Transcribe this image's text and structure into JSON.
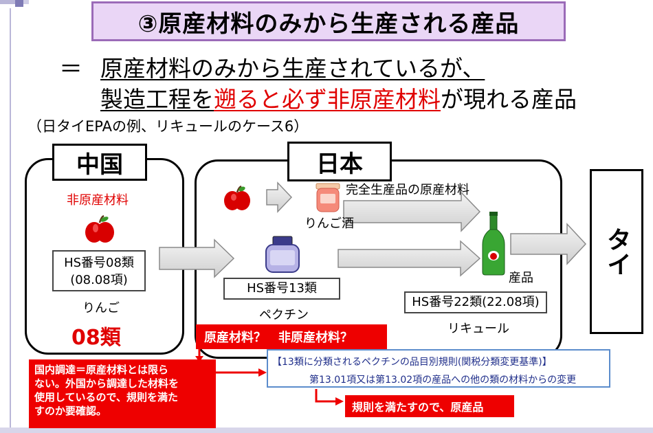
{
  "title": "③原産材料のみから生産される産品",
  "subtitle": {
    "eq": "＝",
    "line1": "原産材料のみから生産されているが、",
    "line2_a": "製造工程を",
    "line2_b": "遡ると必ず非原産材料",
    "line2_c": "が現れる産品"
  },
  "note": "（日タイEPAの例、リキュールのケース6）",
  "china": {
    "tab": "中国",
    "non_orig": "非原産材料",
    "hs_line1": "HS番号08類",
    "hs_line2": "(08.08項)",
    "item": "りんご",
    "class": "08類"
  },
  "japan": {
    "tab": "日本",
    "wholly_obtained": "完全生産品の原産材料",
    "cider": "りんご酒",
    "hs13": "HS番号13類",
    "pectin": "ペクチン",
    "product": "産品",
    "hs22": "HS番号22類(22.08項)",
    "liqueur": "リキュール"
  },
  "thai": "タイ",
  "callouts": {
    "question": "原産材料？　非原産材料？",
    "domestic": [
      "国内調達＝原産材料とは限ら",
      "ない。外国から調達した材料を",
      "使用しているので、規則を満た",
      "すのか要確認。"
    ],
    "rule_title": "【13類に分類されるペクチンの品目別規則(関税分類変更基準)】",
    "rule_body": "第13.01項又は第13.02項の産品への他の類の材料からの変更",
    "satisfies": "規則を満たすので、原産品"
  },
  "colors": {
    "title_bg": "#ead6f6",
    "title_border": "#9b6bb8",
    "accent_red": "#ee0000",
    "rule_blue": "#1f2e8a"
  }
}
